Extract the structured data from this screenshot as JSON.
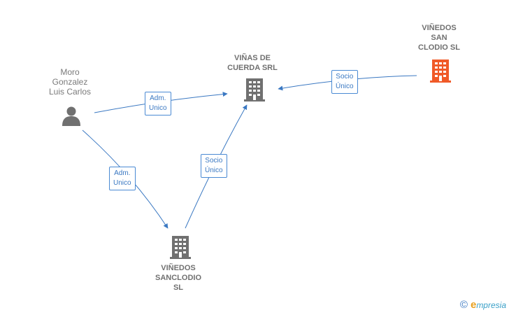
{
  "nodes": {
    "person": {
      "label": "Moro\nGonzalez\nLuis Carlos",
      "icon": "person-icon",
      "color": "#707070"
    },
    "vinas": {
      "label": "VIÑAS DE\nCUERDA SRL",
      "icon": "building-icon",
      "color": "#707070"
    },
    "vinedos_san": {
      "label": "VIÑEDOS\nSAN\nCLODIO  SL",
      "icon": "building-icon",
      "color": "#f05a28"
    },
    "vinedos_sanclodio": {
      "label": "VIÑEDOS\nSANCLODIO\nSL",
      "icon": "building-icon",
      "color": "#707070"
    }
  },
  "edges": {
    "person_vinas": "Adm.\nUnico",
    "person_sanclodio": "Adm.\nUnico",
    "sanclodio_vinas": "Socio\nÚnico",
    "vinedos_vinas": "Socio\nÚnico"
  },
  "colors": {
    "edge": "#3a78c2",
    "accent": "#f05a28",
    "icon": "#707070"
  },
  "watermark": {
    "copyright": "©",
    "brand_initial": "e",
    "brand_rest": "mpresia"
  }
}
